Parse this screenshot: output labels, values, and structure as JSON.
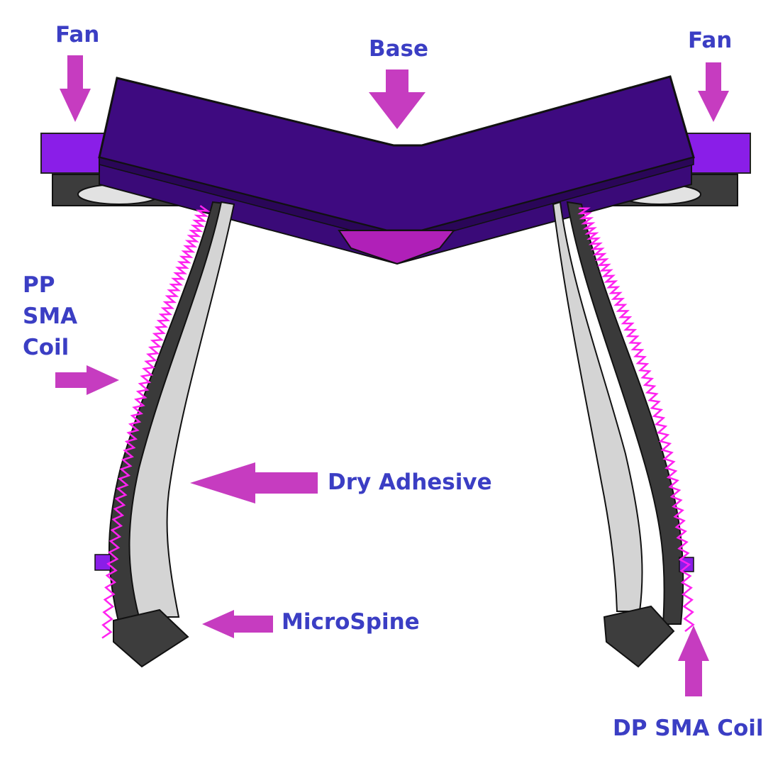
{
  "labels": {
    "fan_left": "Fan",
    "base": "Base",
    "fan_right": "Fan",
    "pp_sma_coil": [
      "PP",
      "SMA",
      "Coil"
    ],
    "dry_adhesive": "Dry Adhesive",
    "microspine": "MicroSpine",
    "dp_sma_coil": "DP SMA Coil"
  },
  "colors": {
    "label_text": "#3b3ec4",
    "arrow": "#c63cc0",
    "base_body": "#3a0a78",
    "base_top": "#4a0c8a",
    "fan_housing": "#8a1ee8",
    "fan_frame": "#3c3c3c",
    "leg_fill": "#d4d4d4",
    "leg_edge": "#3a3a3a",
    "sma_coil": "#ff22f0",
    "microspine_block": "#3d3d3d"
  }
}
